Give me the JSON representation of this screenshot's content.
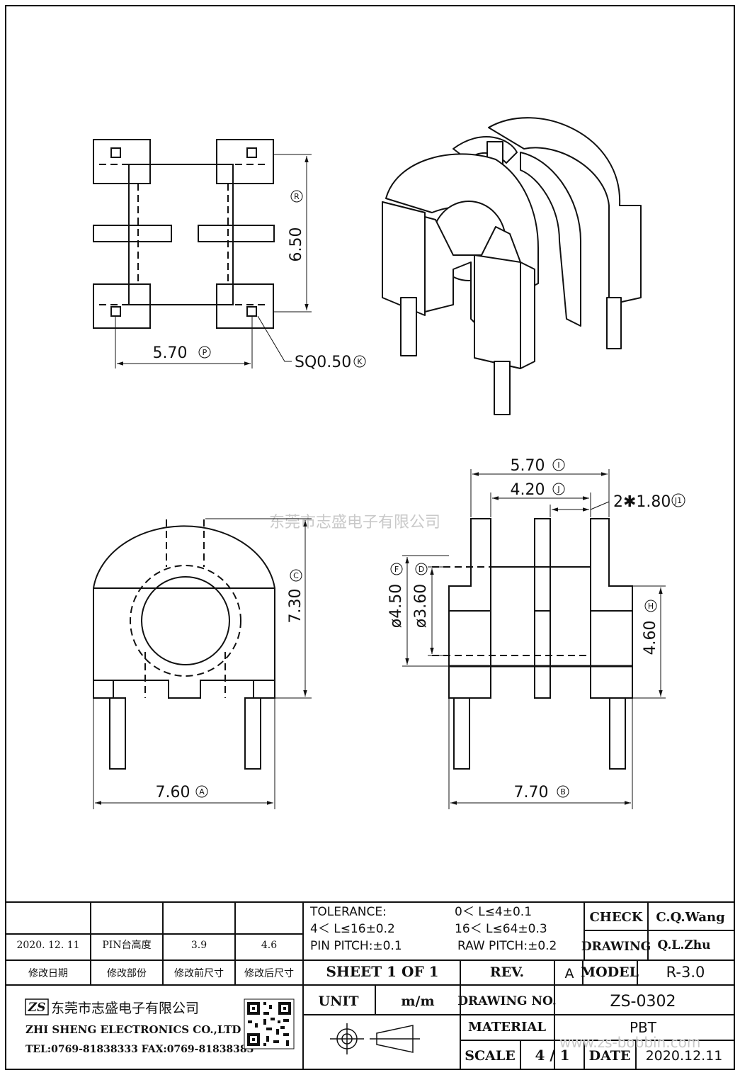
{
  "watermarks": {
    "company_cn": "东莞市志盛电子有限公司",
    "website": "www.zs-bobbin.com"
  },
  "top_view": {
    "height_dim": "6.50",
    "height_tag": "R",
    "width_dim": "5.70",
    "width_tag": "P",
    "pin_label": "SQ0.50",
    "pin_tag": "K"
  },
  "side_view": {
    "width_dim": "7.60",
    "width_tag": "A",
    "height_dim": "7.30",
    "height_tag": "C"
  },
  "front_view": {
    "overall_dim": "5.70",
    "overall_tag": "I",
    "inner_dim": "4.20",
    "inner_tag": "J",
    "flange_dim": "2✱1.80",
    "flange_tag": "J1",
    "dia_outer": "ø4.50",
    "dia_outer_tag": "F",
    "dia_inner": "ø3.60",
    "dia_inner_tag": "D",
    "height_dim": "4.60",
    "height_tag": "H",
    "pin_span": "7.70",
    "pin_span_tag": "B"
  },
  "title_block": {
    "revision_row": {
      "date": "2020. 12. 11",
      "part": "PIN台高度",
      "before": "3.9",
      "after": "4.6"
    },
    "revision_headers": {
      "date": "修改日期",
      "part": "修改部份",
      "before": "修改前尺寸",
      "after": "修改后尺寸"
    },
    "tolerance": {
      "title": "TOLERANCE:",
      "l1": "0＜ L≤4±0.1",
      "l2": "4＜ L≤16±0.2",
      "l3": "16＜ L≤64±0.3",
      "pin_pitch": "PIN PITCH:±0.1",
      "raw_pitch": "RAW PITCH:±0.2"
    },
    "check_label": "CHECK",
    "check_value": "C.Q.Wang",
    "drawing_label": "DRAWING",
    "drawing_value": "Q.L.Zhu",
    "sheet": "SHEET 1 OF 1",
    "rev_label": "REV.",
    "rev_value": "A",
    "model_label": "MODEL",
    "model_value": "R-3.0",
    "unit_label": "UNIT",
    "unit_value": "m/m",
    "drawing_no_label": "DRAWING NO.",
    "drawing_no_value": "ZS-0302",
    "material_label": "MATERIAL",
    "material_value": "PBT",
    "scale_label": "SCALE",
    "scale_value": "4 / 1",
    "date_label": "DATE",
    "date_value": "2020.12.11",
    "company_cn": "东莞市志盛电子有限公司",
    "company_en": "ZHI SHENG ELECTRONICS CO.,LTD",
    "contact": "TEL:0769-81838333 FAX:0769-81838383",
    "logo_text": "ZS"
  }
}
